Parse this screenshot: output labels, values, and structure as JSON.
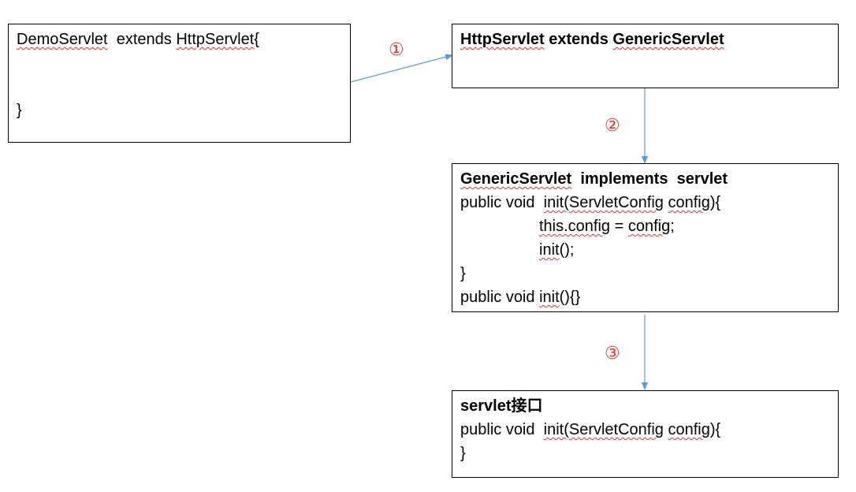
{
  "colors": {
    "arrow": "#5b9bd5",
    "marker": "#e8322a",
    "squiggle": "#e0302a",
    "border": "#000000"
  },
  "boxes": {
    "demo": {
      "line1a": "DemoServlet",
      "line1b": "  extends ",
      "line1c": "HttpServlet",
      "line1d": "{",
      "close": "}"
    },
    "http": {
      "title_a": "HttpServlet",
      "title_b": " extends ",
      "title_c": "GenericServlet"
    },
    "generic": {
      "title_a": "GenericServlet",
      "title_b": "  implements  servlet",
      "l2a": "public void  ",
      "l2b": "init(",
      "l2c": "ServletConfig",
      "l2d": " ",
      "l2e": "config",
      "l2f": "){",
      "l3a": "this.config",
      "l3b": " = ",
      "l3c": "config",
      "l3d": ";",
      "l4a": "init",
      "l4b": "();",
      "l5": "}",
      "l6a": "public void ",
      "l6b": "init",
      "l6c": "(){}"
    },
    "servlet": {
      "title": "servlet接口",
      "l2a": "public void  ",
      "l2b": "init(",
      "l2c": "ServletConfig",
      "l2d": " ",
      "l2e": "config",
      "l2f": "){",
      "l3": "}"
    }
  },
  "markers": {
    "m1": "①",
    "m2": "②",
    "m3": "③"
  }
}
